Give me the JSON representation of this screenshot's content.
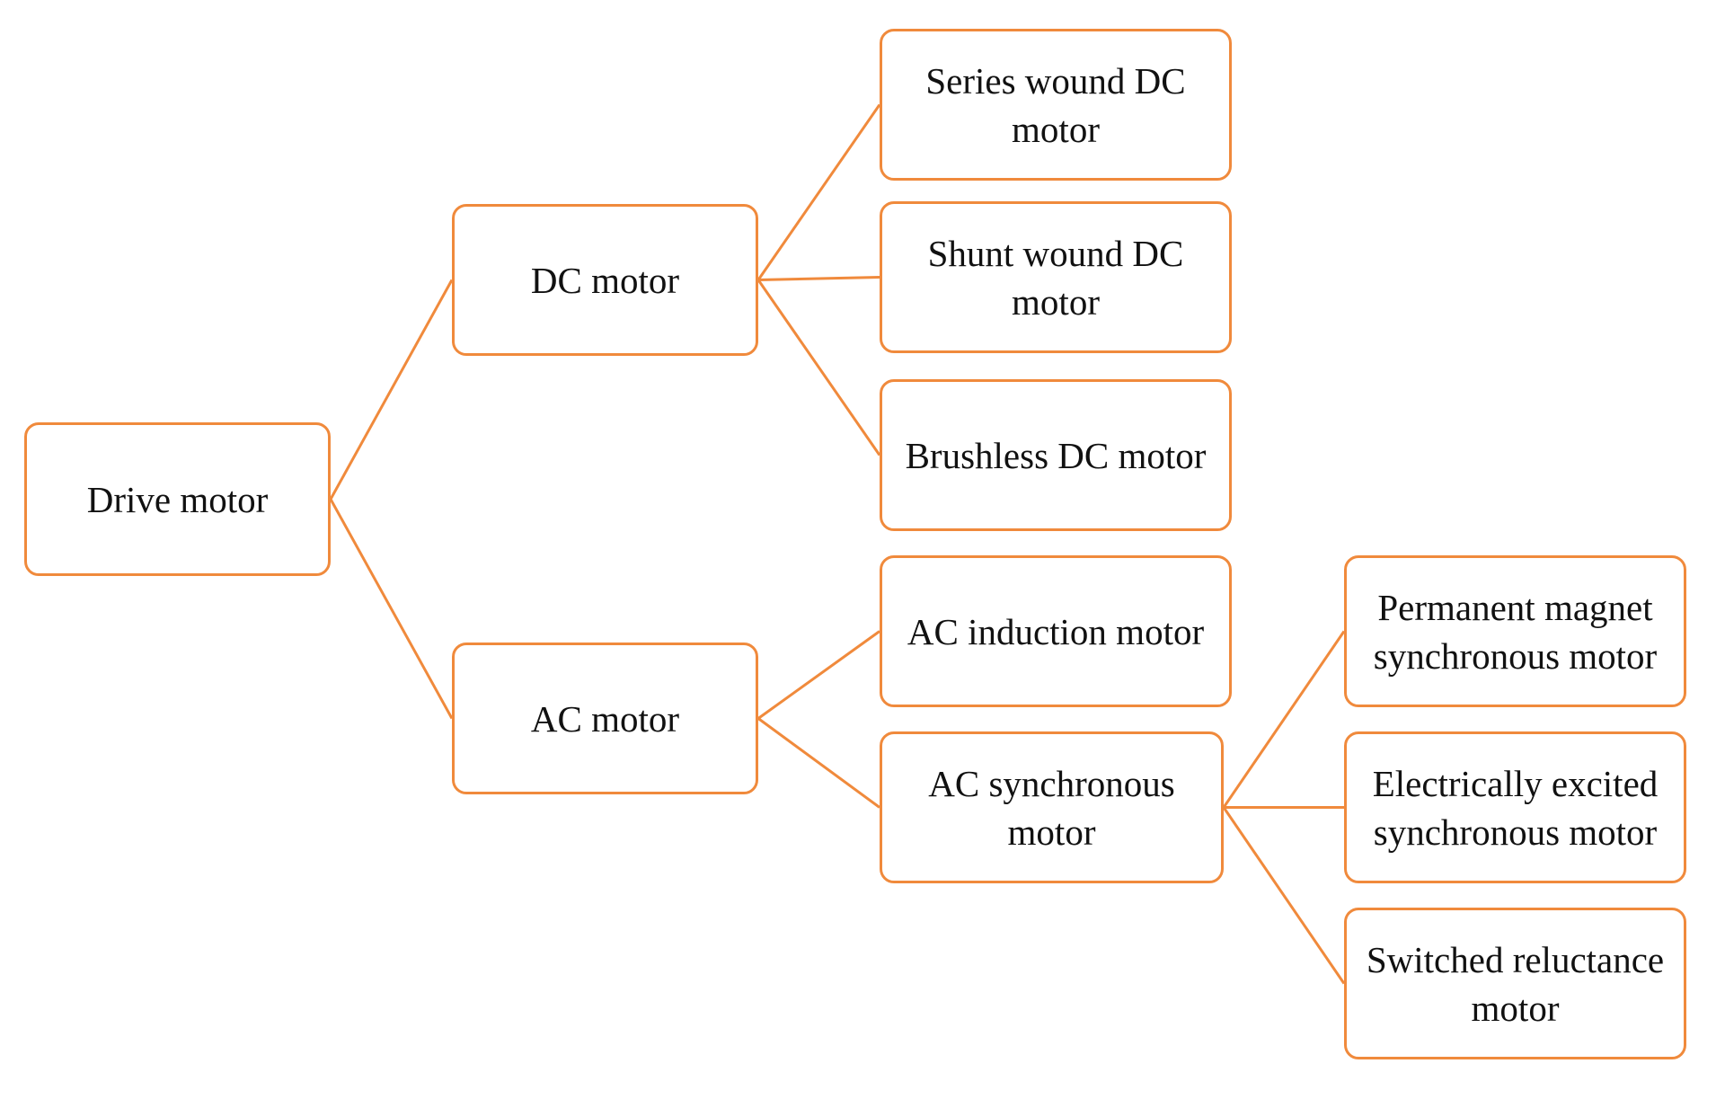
{
  "diagram": {
    "line_color": "#f08a3c",
    "box_border_color": "#f08a3c",
    "text_color": "#111111",
    "nodes": {
      "drive_motor": "Drive motor",
      "dc_motor": "DC motor",
      "ac_motor": "AC motor",
      "series_wound_dc_motor": "Series wound DC motor",
      "shunt_wound_dc_motor": "Shunt wound DC motor",
      "brushless_dc_motor": "Brushless DC motor",
      "ac_induction_motor": "AC induction motor",
      "ac_synchronous_motor": "AC synchronous motor",
      "permanent_magnet_synchronous_motor": "Permanent magnet synchronous motor",
      "electrically_excited_synchronous_motor": "Electrically excited synchronous motor",
      "switched_reluctance_motor": "Switched reluctance motor"
    },
    "edges": [
      [
        "drive_motor",
        "dc_motor"
      ],
      [
        "drive_motor",
        "ac_motor"
      ],
      [
        "dc_motor",
        "series_wound_dc_motor"
      ],
      [
        "dc_motor",
        "shunt_wound_dc_motor"
      ],
      [
        "dc_motor",
        "brushless_dc_motor"
      ],
      [
        "ac_motor",
        "ac_induction_motor"
      ],
      [
        "ac_motor",
        "ac_synchronous_motor"
      ],
      [
        "ac_synchronous_motor",
        "permanent_magnet_synchronous_motor"
      ],
      [
        "ac_synchronous_motor",
        "electrically_excited_synchronous_motor"
      ],
      [
        "ac_synchronous_motor",
        "switched_reluctance_motor"
      ]
    ]
  }
}
